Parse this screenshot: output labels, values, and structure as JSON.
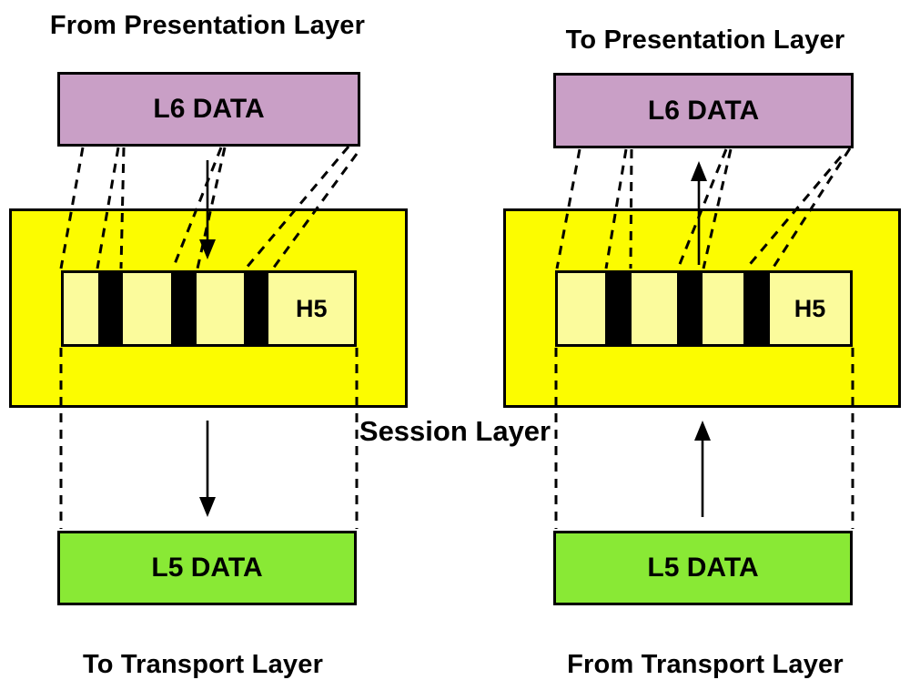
{
  "left": {
    "title": "From Presentation Layer",
    "l6_label": "L6 DATA",
    "h5_label": "H5",
    "l5_label": "L5 DATA",
    "bottom_label": "To Transport Layer"
  },
  "right": {
    "title": "To Presentation Layer",
    "l6_label": "L6 DATA",
    "h5_label": "H5",
    "l5_label": "L5 DATA",
    "bottom_label": "From Transport Layer"
  },
  "center_label": "Session Layer",
  "colors": {
    "l6_fill": "#C99FC6",
    "session_fill": "#FCFC00",
    "segment_fill": "#FBFB9C",
    "header_fill": "#000000",
    "l5_fill": "#89E935",
    "border": "#000000"
  }
}
